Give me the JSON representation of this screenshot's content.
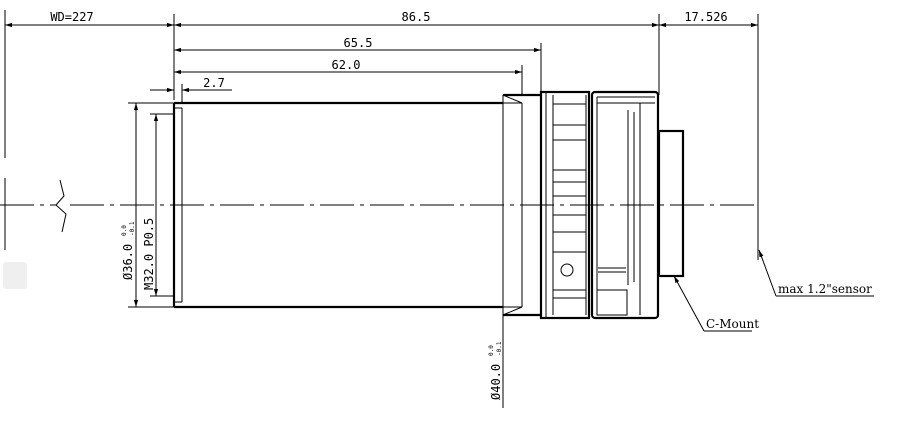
{
  "dimensions": {
    "wd": "WD=227",
    "total_length": "86.5",
    "body_length": "65.5",
    "barrel_length": "62.0",
    "front_step": "2.7",
    "back_focus": "17.526"
  },
  "diameters": {
    "outer_front": "Ø36.0",
    "outer_front_tol_upper": "0.0",
    "outer_front_tol_lower": "-0.1",
    "thread": "M32.0 P0.5",
    "outer_rear": "Ø40.0",
    "outer_rear_tol_upper": "0.0",
    "outer_rear_tol_lower": "-0.1"
  },
  "callouts": {
    "mount": "C-Mount",
    "sensor": "max 1.2\"sensor"
  }
}
